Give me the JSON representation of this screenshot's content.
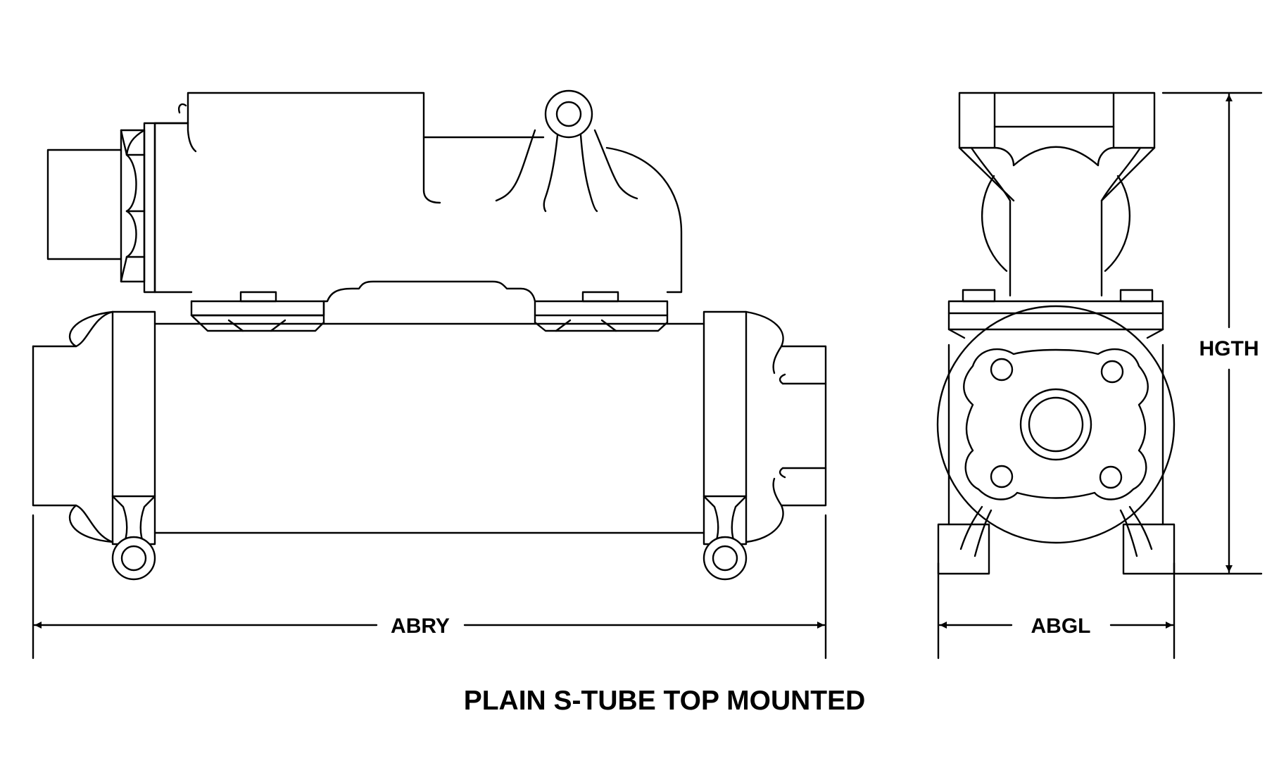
{
  "title": "PLAIN S-TUBE TOP MOUNTED",
  "dimensions": {
    "overall_length": "ABRY",
    "overall_width": "ABGL",
    "overall_height": "HGTH"
  },
  "colors": {
    "line": "#000000",
    "background": "#ffffff"
  }
}
